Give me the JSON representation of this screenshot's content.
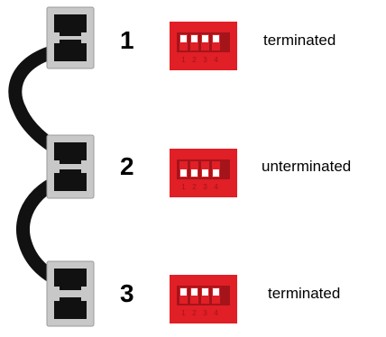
{
  "nodes": [
    {
      "number": "1",
      "state": "terminated",
      "switch_labels": [
        "1",
        "2",
        "3",
        "4"
      ],
      "switch_on": [
        true,
        true,
        true,
        true
      ]
    },
    {
      "number": "2",
      "state": "unterminated",
      "switch_labels": [
        "1",
        "2",
        "3",
        "4"
      ],
      "switch_on": [
        false,
        false,
        false,
        false
      ]
    },
    {
      "number": "3",
      "state": "terminated",
      "switch_labels": [
        "1",
        "2",
        "3",
        "4"
      ],
      "switch_on": [
        true,
        true,
        true,
        true
      ]
    }
  ],
  "colors": {
    "dip_body": "#e01f26",
    "dip_shadow": "#a5141a",
    "switch_slot": "#ffffff",
    "cable": "#111111",
    "jack_frame": "#c8c8c8",
    "jack_port": "#111111",
    "text": "#000000"
  }
}
